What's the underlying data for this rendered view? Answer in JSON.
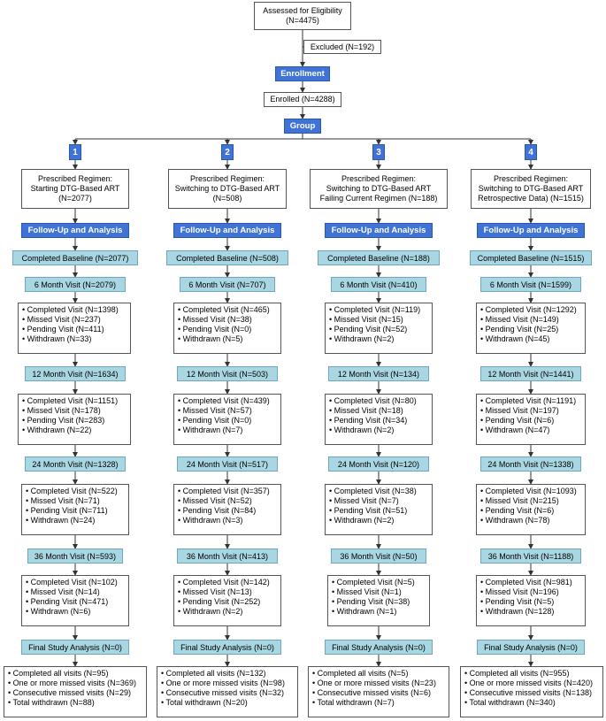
{
  "top": {
    "assessed": [
      "Assessed for Eligibility",
      "(N=4475)"
    ],
    "excluded": "Excluded (N=192)",
    "enrollment": "Enrollment",
    "enrolled": "Enrolled (N=4288)",
    "group": "Group"
  },
  "groups": [
    {
      "number": "1",
      "regimen": [
        "Prescribed Regimen:",
        "Starting DTG-Based ART",
        "(N=2077)"
      ],
      "follow_up": "Follow-Up and Analysis",
      "baseline": "Completed Baseline (N=2077)",
      "visits": [
        {
          "label": "6 Month Visit (N=2079)",
          "items": [
            "• Completed Visit (N=1398)",
            "• Missed Visit (N=237)",
            "• Pending Visit (N=411)",
            "• Withdrawn (N=33)"
          ]
        },
        {
          "label": "12 Month Visit (N=1634)",
          "items": [
            "• Completed Visit (N=1151)",
            "• Missed Visit (N=178)",
            "• Pending Visit (N=283)",
            "• Withdrawn (N=22)"
          ]
        },
        {
          "label": "24 Month Visit (N=1328)",
          "items": [
            "• Completed Visit (N=522)",
            "• Missed Visit (N=71)",
            "• Pending Visit (N=711)",
            "• Withdrawn (N=24)"
          ]
        },
        {
          "label": "36 Month Visit (N=593)",
          "items": [
            "• Completed Visit (N=102)",
            "• Missed Visit (N=14)",
            "• Pending Visit (N=471)",
            "• Withdrawn (N=6)"
          ]
        }
      ],
      "final": "Final Study Analysis (N=0)",
      "summary": [
        "• Completed all visits (N=95)",
        "• One or more missed visits (N=369)",
        "• Consecutive missed visits (N=29)",
        "• Total withdrawn (N=88)"
      ]
    },
    {
      "number": "2",
      "regimen": [
        "Prescribed Regimen:",
        "Switching to DTG-Based ART",
        "(N=508)"
      ],
      "follow_up": "Follow-Up and Analysis",
      "baseline": "Completed Baseline (N=508)",
      "visits": [
        {
          "label": "6 Month Visit (N=707)",
          "items": [
            "• Completed Visit (N=465)",
            "• Missed Visit (N=38)",
            "• Pending Visit (N=0)",
            "• Withdrawn (N=5)"
          ]
        },
        {
          "label": "12 Month Visit (N=503)",
          "items": [
            "• Completed Visit (N=439)",
            "• Missed Visit (N=57)",
            "• Pending Visit (N=0)",
            "• Withdrawn (N=7)"
          ]
        },
        {
          "label": "24 Month Visit (N=517)",
          "items": [
            "• Completed Visit (N=357)",
            "• Missed Visit (N=52)",
            "• Pending Visit (N=84)",
            "• Withdrawn (N=3)"
          ]
        },
        {
          "label": "36 Month Visit (N=413)",
          "items": [
            "• Completed Visit (N=142)",
            "• Missed Visit (N=13)",
            "• Pending Visit (N=252)",
            "• Withdrawn (N=2)"
          ]
        }
      ],
      "final": "Final Study Analysis (N=0)",
      "summary": [
        "• Completed all visits (N=132)",
        "• One or more missed visits (N=98)",
        "• Consecutive missed visits (N=32)",
        "• Total withdrawn (N=20)"
      ]
    },
    {
      "number": "3",
      "regimen": [
        "Prescribed Regimen:",
        "Switching to DTG-Based ART",
        "Failing Current Regimen (N=188)"
      ],
      "follow_up": "Follow-Up and Analysis",
      "baseline": "Completed Baseline (N=188)",
      "visits": [
        {
          "label": "6 Month Visit (N=410)",
          "items": [
            "• Completed Visit (N=119)",
            "• Missed Visit (N=15)",
            "• Pending Visit (N=52)",
            "• Withdrawn (N=2)"
          ]
        },
        {
          "label": "12 Month Visit (N=134)",
          "items": [
            "• Completed Visit (N=80)",
            "• Missed Visit (N=18)",
            "• Pending Visit (N=34)",
            "• Withdrawn (N=2)"
          ]
        },
        {
          "label": "24 Month Visit (N=120)",
          "items": [
            "• Completed Visit (N=38)",
            "• Missed Visit (N=7)",
            "• Pending Visit (N=51)",
            "• Withdrawn (N=2)"
          ]
        },
        {
          "label": "36 Month Visit (N=50)",
          "items": [
            "• Completed Visit (N=5)",
            "• Missed Visit (N=1)",
            "• Pending Visit (N=38)",
            "• Withdrawn (N=1)"
          ]
        }
      ],
      "final": "Final Study Analysis (N=0)",
      "summary": [
        "• Completed all visits (N=5)",
        "• One or more missed visits (N=23)",
        "• Consecutive missed visits (N=6)",
        "• Total withdrawn (N=7)"
      ]
    },
    {
      "number": "4",
      "regimen": [
        "Prescribed Regimen:",
        "Switching to DTG-Based ART",
        "Retrospective Data) (N=1515)"
      ],
      "follow_up": "Follow-Up and Analysis",
      "baseline": "Completed Baseline (N=1515)",
      "visits": [
        {
          "label": "6 Month Visit (N=1599)",
          "items": [
            "• Completed Visit (N=1292)",
            "• Missed Visit (N=149)",
            "• Pending Visit (N=25)",
            "• Withdrawn (N=45)"
          ]
        },
        {
          "label": "12 Month Visit (N=1441)",
          "items": [
            "• Completed Visit (N=1191)",
            "• Missed Visit (N=197)",
            "• Pending Visit (N=6)",
            "• Withdrawn (N=47)"
          ]
        },
        {
          "label": "24 Month Visit (N=1338)",
          "items": [
            "• Completed Visit (N=1093)",
            "• Missed Visit (N=215)",
            "• Pending Visit (N=6)",
            "• Withdrawn (N=78)"
          ]
        },
        {
          "label": "36 Month Visit (N=1188)",
          "items": [
            "• Completed Visit (N=981)",
            "• Missed Visit (N=196)",
            "• Pending Visit (N=5)",
            "• Withdrawn (N=128)"
          ]
        }
      ],
      "final": "Final Study Analysis (N=0)",
      "summary": [
        "• Completed all visits (N=955)",
        "• One or more missed visits (N=420)",
        "• Consecutive missed visits (N=138)",
        "• Total withdrawn (N=340)"
      ]
    }
  ]
}
